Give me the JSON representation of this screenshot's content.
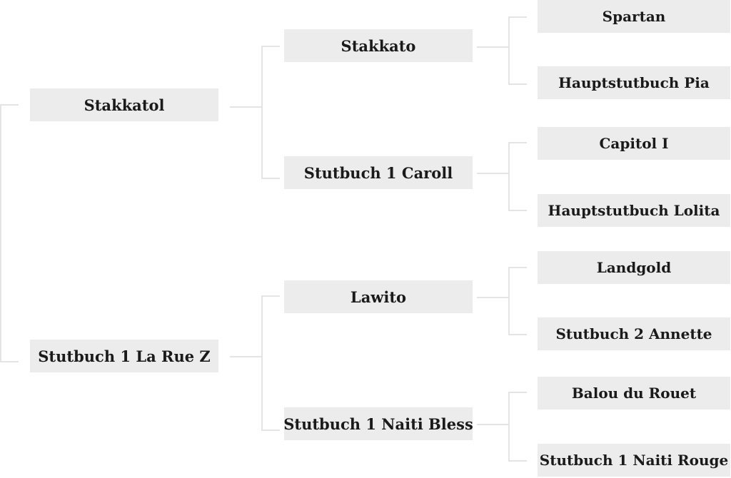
{
  "pedigree": {
    "generation1": [
      {
        "label": "Stakkatol"
      },
      {
        "label": "Stutbuch 1 La Rue Z"
      }
    ],
    "generation2": [
      {
        "label": "Stakkato"
      },
      {
        "label": "Stutbuch 1 Caroll"
      },
      {
        "label": "Lawito"
      },
      {
        "label": "Stutbuch 1 Naiti Bless"
      }
    ],
    "generation3": [
      {
        "label": "Spartan"
      },
      {
        "label": "Hauptstutbuch Pia"
      },
      {
        "label": "Capitol I"
      },
      {
        "label": "Hauptstutbuch Lolita"
      },
      {
        "label": "Landgold"
      },
      {
        "label": "Stutbuch 2 Annette"
      },
      {
        "label": "Balou du Rouet"
      },
      {
        "label": "Stutbuch 1 Naiti Rouge"
      }
    ]
  }
}
